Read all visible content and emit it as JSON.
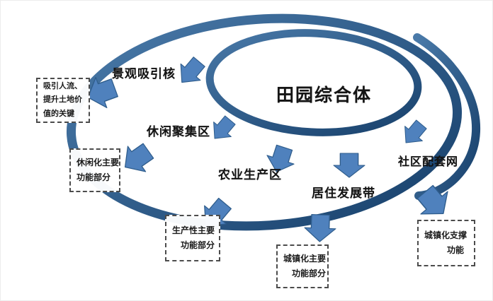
{
  "diagram": {
    "center_title": "田园综合体",
    "zone_labels": {
      "landscape": "景观吸引核",
      "leisure": "休闲聚集区",
      "agriculture": "农业生产区",
      "residence": "居住发展带",
      "community": "社区配套网"
    },
    "callouts": {
      "attract": {
        "line1": "吸引人流、",
        "line2": "提升土地价",
        "line3": "值的关键"
      },
      "leisure_fn": {
        "line1": "休闲化主要",
        "line2": "功能部分"
      },
      "production_fn": {
        "line1": "生产性主要",
        "line2": "功能部分"
      },
      "urban_fn": {
        "line1": "城镇化主要",
        "line2": "功能部分"
      },
      "support_fn": {
        "line1": "城镇化支撑",
        "line2": "功能"
      }
    },
    "colors": {
      "ring_light": "#4a7aa9",
      "ring_dark": "#17406b",
      "arrow_fill": "#4f81bd",
      "arrow_edge": "#2f5d8c",
      "text": "#131313",
      "box_border": "#4c4c4c"
    }
  }
}
